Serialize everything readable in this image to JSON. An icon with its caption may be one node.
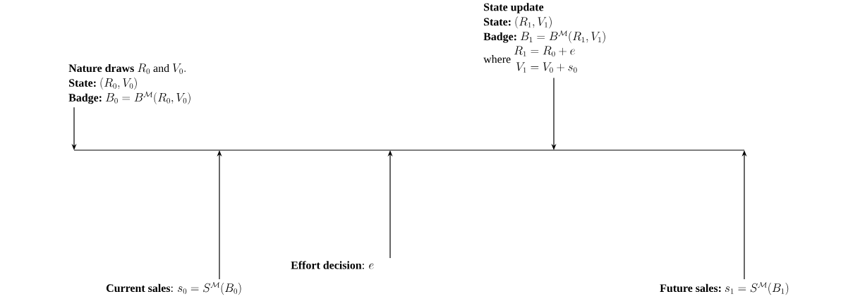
{
  "diagram": {
    "nodes": [
      {
        "text": [
          "\\textbf{Nature draws } R_0 \\text{ and } V_0.",
          "\\textbf{State:}\\ (R_0,V_0)",
          "\\textbf{Badge:}\\ B_0 = B^{\\mathcal{M}}(R_0,V_0)"
        ]
      },
      {
        "text": [
          "\\textbf{State update}",
          "\\textbf{State:}\\ (R_1,V_1)",
          "\\textbf{Badge:}\\ B_1 = B^{\\mathcal{M}}(R_1,V_1)",
          "\\text{where }\\begin{aligned}R_1 &= R_0 + e\\\\ V_1 &= V_0 + s_0\\end{aligned}"
        ]
      },
      {
        "text": [
          "\\textbf{Current sales}\\text{: } s_0 = S^{\\mathcal{M}}(B_0)"
        ]
      },
      {
        "text": [
          "\\textbf{Effort decision}\\text{: } e"
        ]
      },
      {
        "text": [
          "\\textbf{Future sales:}\\ s_1 = S^{\\mathcal{M}}(B_1)"
        ]
      }
    ],
    "edges": [
      {
        "from": 0,
        "to": null,
        "arrow": "to"
      },
      {
        "from": 2,
        "to": null,
        "arrow": "to"
      },
      {
        "from": 3,
        "to": null,
        "arrow": "to"
      },
      {
        "from": 1,
        "to": null,
        "arrow": "to"
      },
      {
        "from": 4,
        "to": null,
        "arrow": "to"
      }
    ]
  }
}
